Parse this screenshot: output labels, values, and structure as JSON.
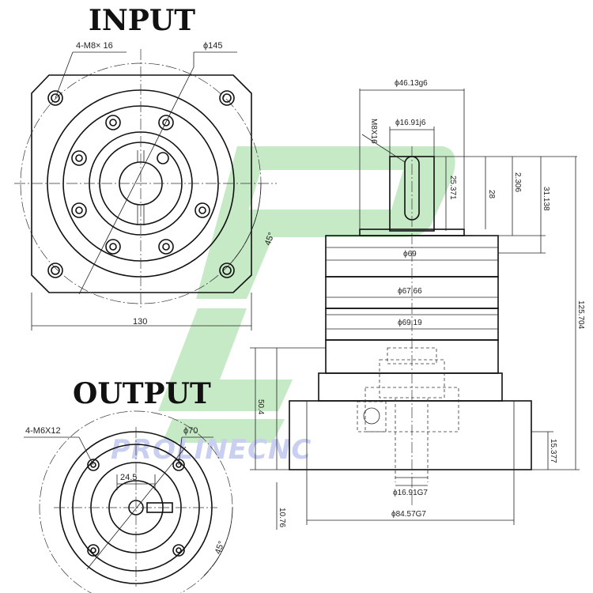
{
  "titles": {
    "input": "INPUT",
    "output": "OUTPUT"
  },
  "watermark": {
    "text": "PROLINECNC",
    "logo_color": "#bfe8bf",
    "text_color": "#c9cff0"
  },
  "input_view": {
    "bolt_callout": "4-M8× 16",
    "pcd": "ϕ145",
    "width": "130",
    "angle": "45°"
  },
  "output_view": {
    "bolt_callout": "4-M6X12",
    "pcd": "ϕ70",
    "key_width": "24.5",
    "angle": "45°"
  },
  "side_view": {
    "shaft_key_od": "ϕ46.13g6",
    "tap": "M8X16",
    "shaft_diameter": "ϕ16.91j6",
    "shaft_len_a": "25.371",
    "shaft_len_b": "28",
    "shaft_len_c": "2.306",
    "shaft_len_d": "31.138",
    "overall_length": "125.704",
    "dia_1": "ϕ69",
    "dia_2": "ϕ67.66",
    "dia_3": "ϕ69.19",
    "flange_height": "50.4",
    "bore_depth": "15.377",
    "bore_diameter": "ϕ16.91G7",
    "flange_offset": "10.76",
    "flange_diameter": "ϕ84.57G7"
  }
}
